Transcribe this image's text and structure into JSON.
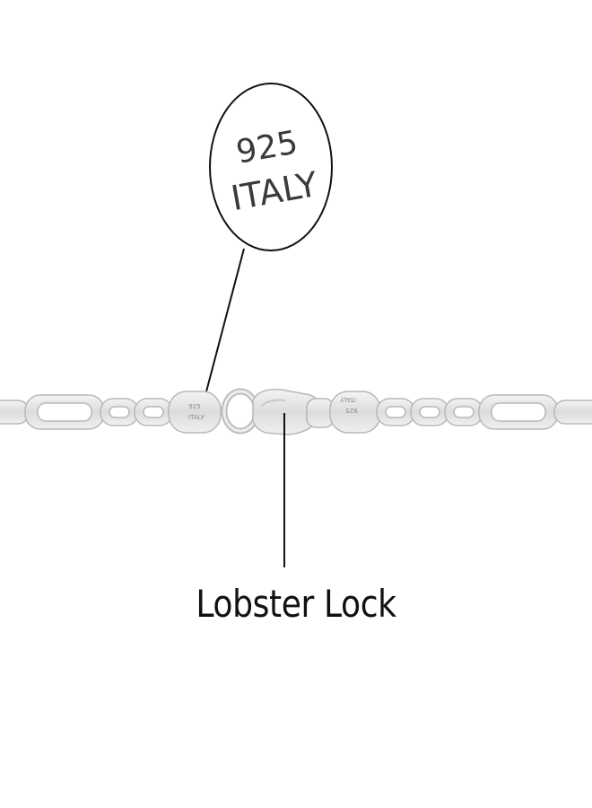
{
  "stamp": {
    "line1": "925",
    "line2": "ITALY"
  },
  "chain_stamps": {
    "left_line1": "925",
    "left_line2": "ITALY",
    "right_line1": "925",
    "right_line2": "ITALY"
  },
  "callout": {
    "label": "Lobster Lock"
  },
  "colors": {
    "silver": "#d9d9d9",
    "silver_edge": "#bdbdbd",
    "line": "#111111"
  },
  "icons": {
    "chain": "figaro-chain-image",
    "clasp": "lobster-clasp-image"
  }
}
